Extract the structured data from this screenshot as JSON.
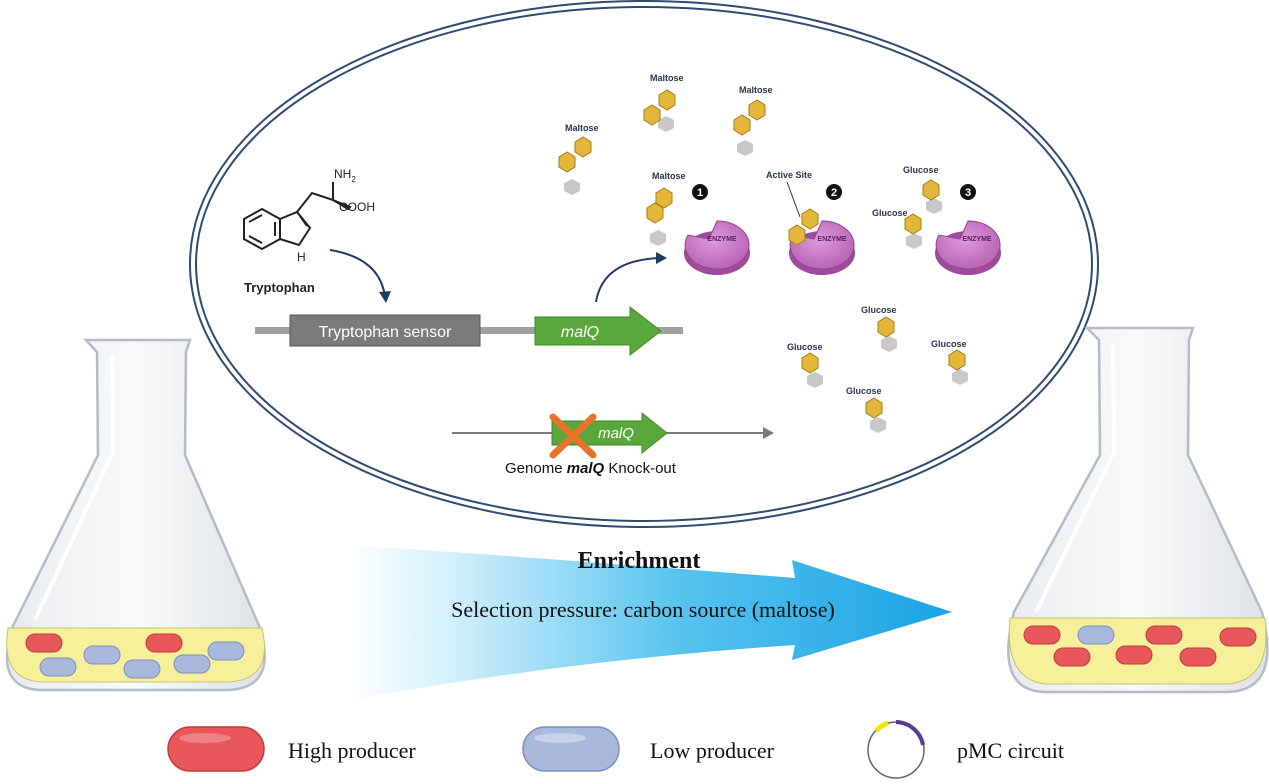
{
  "molecule": {
    "name": "Tryptophan",
    "nh2": "NH",
    "nh2_sub": "2",
    "cooh": "COOH",
    "ring_h": "H"
  },
  "circuit": {
    "sensor_label": "Tryptophan sensor",
    "gene_label": "malQ"
  },
  "knockout": {
    "gene_label": "malQ",
    "caption_prefix": "Genome ",
    "caption_gene": "malQ",
    "caption_suffix": " Knock-out"
  },
  "sugars": {
    "maltose": "Maltose",
    "glucose": "Glucose",
    "active_site": "Active Site",
    "enzyme": "ENZYME"
  },
  "steps": [
    "1",
    "2",
    "3"
  ],
  "enrichment": {
    "title": "Enrichment",
    "subtitle": "Selection pressure: carbon source (maltose)"
  },
  "legend": {
    "high": "High producer",
    "low": "Low producer",
    "circuit": "pMC circuit"
  },
  "colors": {
    "high_producer": "#e8575a",
    "low_producer": "#a9b8dd",
    "enzyme": "#c878c6",
    "sugar": "#e2b33a",
    "promoter_arrow": "#5aa83c",
    "sensor_box": "#7b7b7b",
    "ellipse_border": "#2f4a73",
    "medium": "#f6f09a",
    "plasmid_arc": "#5c3b8f",
    "plasmid_yellow": "#f2e300"
  }
}
